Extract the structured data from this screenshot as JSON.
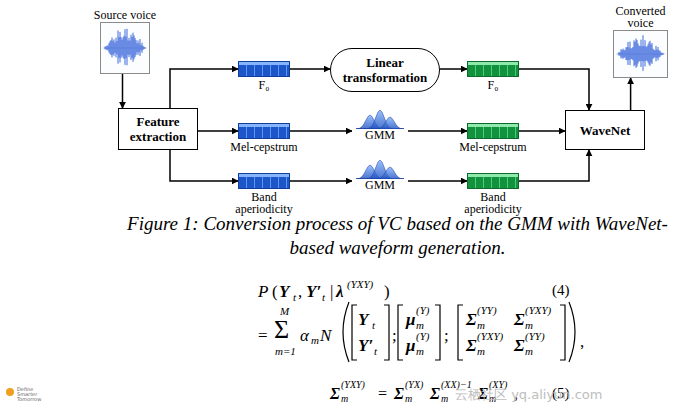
{
  "diagram": {
    "caption": "Figure 1: Conversion process of VC based on the GMM with WaveNet-based waveform generation.",
    "nodes": [
      {
        "text": [
          "Source voice"
        ]
      },
      {
        "text": [
          "Feature extraction"
        ]
      },
      {
        "text": [
          "F₀"
        ]
      },
      {
        "text": [
          "Linear transformation"
        ]
      },
      {
        "text": [
          "F₀"
        ]
      },
      {
        "text": [
          "Mel-cepstrum"
        ]
      },
      {
        "text": [
          "GMM"
        ]
      },
      {
        "text": [
          "Mel-cepstrum"
        ]
      },
      {
        "text": [
          "Band aperiodicity"
        ]
      },
      {
        "text": [
          "GMM"
        ]
      },
      {
        "text": [
          "Band aperiodicity"
        ]
      },
      {
        "text": [
          "WaveNet"
        ]
      },
      {
        "text": [
          "Converted voice"
        ]
      }
    ],
    "edges": [
      {
        "from": 0,
        "to": 1,
        "arrow": "to"
      },
      {
        "from": 1,
        "to": 2,
        "arrow": "to"
      },
      {
        "from": 2,
        "to": 3,
        "arrow": "to"
      },
      {
        "from": 3,
        "to": 4,
        "arrow": "to"
      },
      {
        "from": 4,
        "to": 11,
        "arrow": "to"
      },
      {
        "from": 1,
        "to": 5,
        "arrow": "to"
      },
      {
        "from": 5,
        "to": 6,
        "arrow": "to"
      },
      {
        "from": 6,
        "to": 7,
        "arrow": "to"
      },
      {
        "from": 7,
        "to": 11,
        "arrow": "to"
      },
      {
        "from": 1,
        "to": 8,
        "arrow": "to"
      },
      {
        "from": 8,
        "to": 9,
        "arrow": "to"
      },
      {
        "from": 9,
        "to": 10,
        "arrow": "to"
      },
      {
        "from": 10,
        "to": 11,
        "arrow": "to"
      },
      {
        "from": 11,
        "to": 12,
        "arrow": "to"
      }
    ],
    "labels": [
      "P",
      "(",
      "Y",
      "t",
      ",",
      "Y′",
      "t",
      "|",
      "λ",
      "(YXY)",
      ")",
      "(4)",
      "=",
      "Σ",
      "M",
      "m=1",
      "α",
      "m",
      "N",
      "Y",
      "t",
      "Y′",
      "t",
      ";",
      "μ",
      "m",
      "(Y)",
      "μ",
      "m",
      "(Y)",
      ";",
      "Σ",
      "m",
      "(YY)",
      "Σ",
      "m",
      "(YXY)",
      "Σ",
      "m",
      "(YXY)",
      "Σ",
      "m",
      "(YY)",
      ",",
      "Σ",
      "m",
      "(YXY)",
      "=",
      "Σ",
      "m",
      "(YX)",
      "Σ",
      "m",
      "(XX)−1",
      "Σ",
      "m",
      "(XY)",
      ",",
      "(5)",
      "云栖社区 yq.aliyun.com",
      "Define Smarter Tomorrow"
    ]
  }
}
